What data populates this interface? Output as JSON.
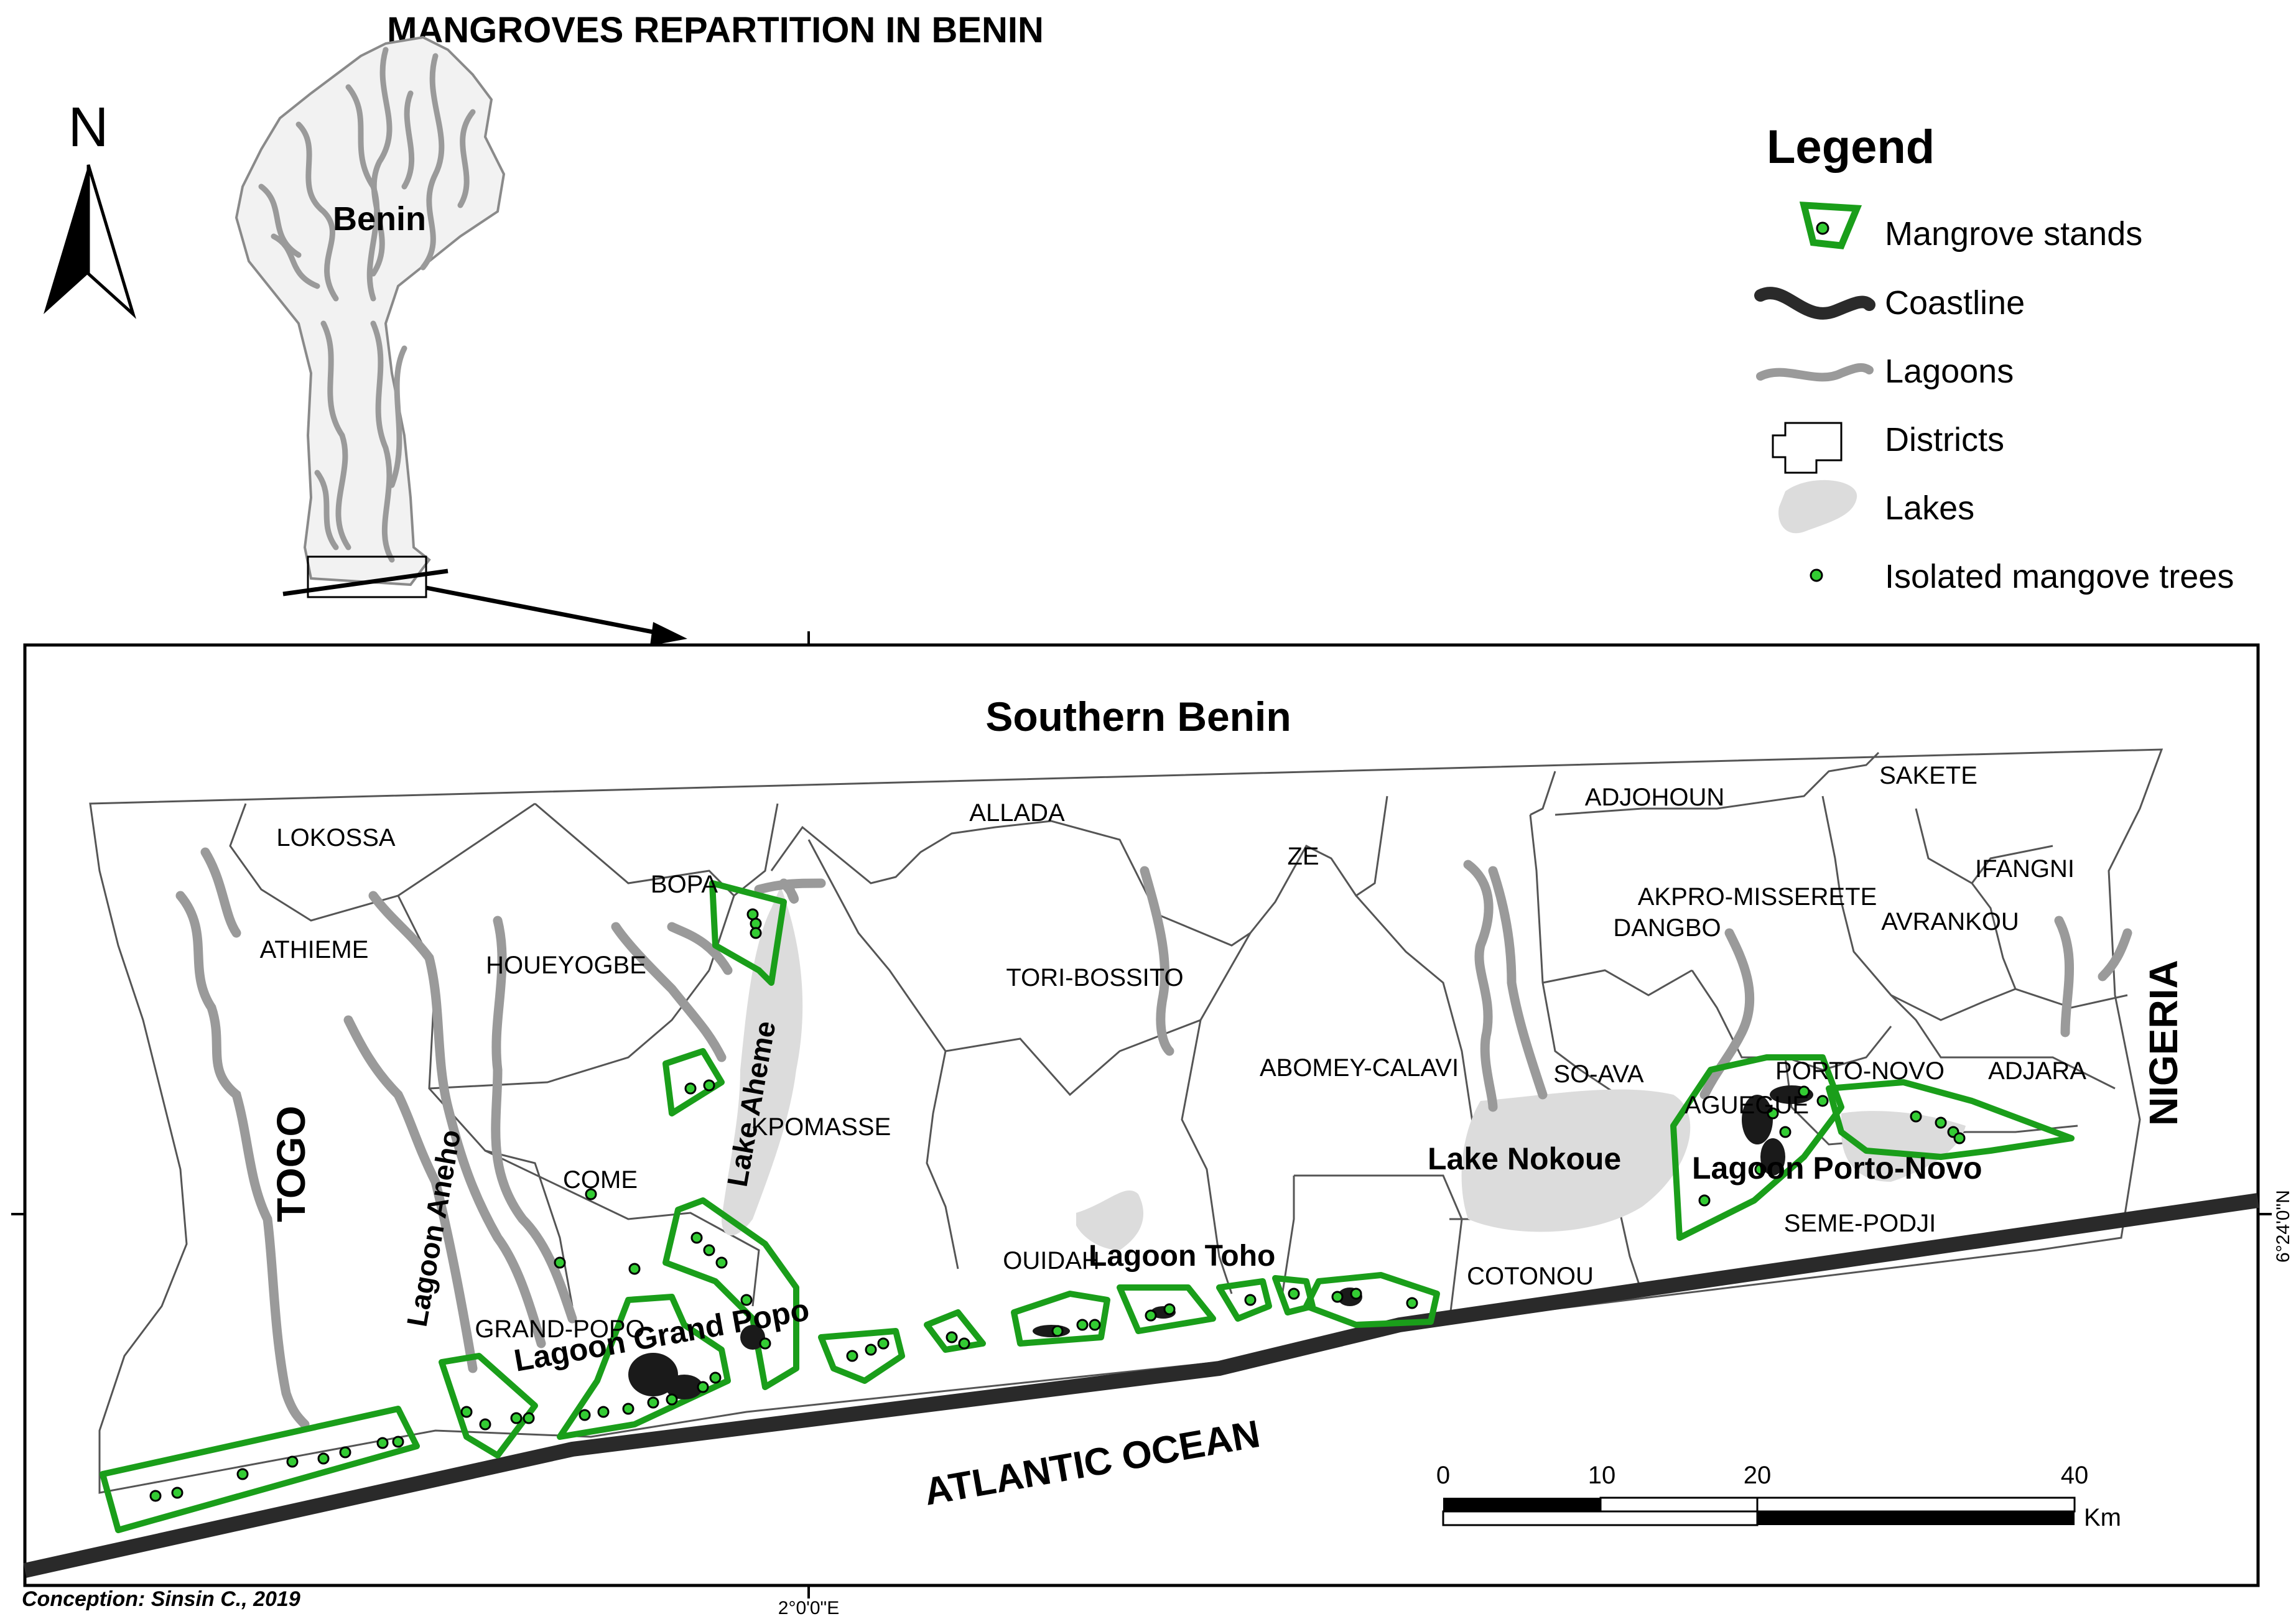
{
  "title": "MANGROVES REPARTITION IN BENIN",
  "north_arrow": {
    "label": "N"
  },
  "inset": {
    "country_label": "Benin"
  },
  "main_map": {
    "title": "Southern Benin",
    "districts": [
      "LOKOSSA",
      "ATHIEME",
      "HOUEYOGBE",
      "BOPA",
      "COME",
      "GRAND-POPO",
      "KPOMASSE",
      "ALLADA",
      "TORI-BOSSITO",
      "ZE",
      "ABOMEY-CALAVI",
      "OUIDAH",
      "SO-AVA",
      "COTONOU",
      "ADJOHOUN",
      "SAKETE",
      "IFANGNI",
      "AKPRO-MISSERETE",
      "DANGBO",
      "AVRANKOU",
      "PORTO-NOVO",
      "ADJARA",
      "AGUEGUE",
      "SEME-PODJI"
    ],
    "water_labels": {
      "lake_aheme": "Lake Aheme",
      "lagoon_aneho": "Lagoon Aneho",
      "lagoon_grand_popo": "Lagoon Grand Popo",
      "lagoon_toho": "Lagoon Toho",
      "lake_nokoue": "Lake Nokoue",
      "lagoon_porto_novo": "Lagoon Porto-Novo",
      "ocean": "ATLANTIC OCEAN"
    },
    "countries": {
      "west": "TOGO",
      "east": "NIGERIA"
    },
    "graticule": {
      "longitude": "2°0'0\"E",
      "latitude": "6°24'0\"N"
    }
  },
  "legend": {
    "title": "Legend",
    "items": [
      {
        "label": "Mangrove stands",
        "symbol": "mangrove-stand"
      },
      {
        "label": "Coastline",
        "symbol": "coastline"
      },
      {
        "label": "Lagoons",
        "symbol": "lagoon"
      },
      {
        "label": "Districts",
        "symbol": "district"
      },
      {
        "label": "Lakes",
        "symbol": "lake"
      },
      {
        "label": "Isolated mangove trees",
        "symbol": "isolated-tree"
      }
    ]
  },
  "scale_bar": {
    "ticks": [
      "0",
      "10",
      "20",
      "40"
    ],
    "unit": "Km"
  },
  "credit": "Conception: Sinsin C., 2019",
  "colors": {
    "mangrove": "#1a9e1a",
    "tree_fill": "#33cc33",
    "lagoon": "#9a9a9a",
    "lake": "#dcdcdc",
    "coastline": "#2a2a2a"
  }
}
